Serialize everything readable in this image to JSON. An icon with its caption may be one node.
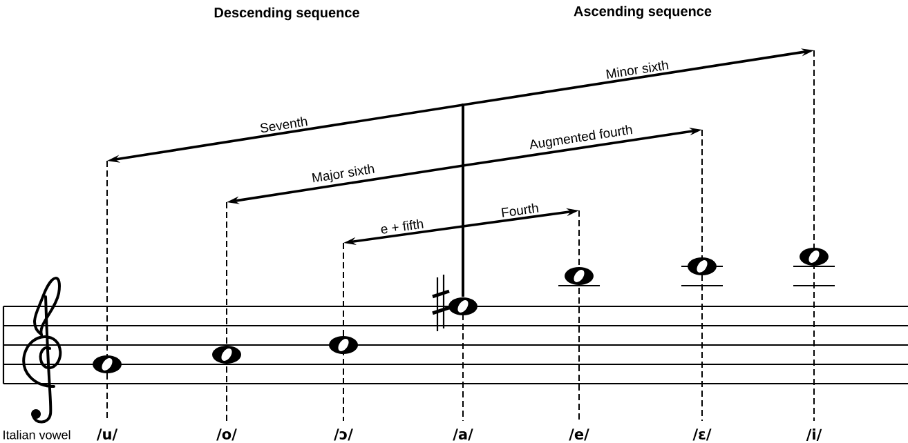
{
  "diagram": {
    "nodes": [
      {
        "text": [
          "/u/"
        ]
      },
      {
        "text": [
          "/o/"
        ]
      },
      {
        "text": [
          "/ɔ/"
        ]
      },
      {
        "text": [
          "/a/"
        ]
      },
      {
        "text": [
          "/e/"
        ]
      },
      {
        "text": [
          "/ɛ/"
        ]
      },
      {
        "text": [
          "/i/"
        ]
      }
    ],
    "edges": [
      {
        "from": 3,
        "to": 0,
        "arrow": "to",
        "label": "Seventh"
      },
      {
        "from": 3,
        "to": 6,
        "arrow": "to",
        "label": "Minor sixth"
      },
      {
        "from": 3,
        "to": 1,
        "arrow": "to",
        "label": "Major sixth"
      },
      {
        "from": 3,
        "to": 5,
        "arrow": "to",
        "label": "Augmented fourth"
      },
      {
        "from": 3,
        "to": 2,
        "arrow": "to",
        "label": "e + fifth"
      },
      {
        "from": 3,
        "to": 4,
        "arrow": "to",
        "label": "Fourth"
      }
    ],
    "labels": [
      "Descending sequence",
      "Ascending sequence",
      "Italian vowel"
    ]
  }
}
